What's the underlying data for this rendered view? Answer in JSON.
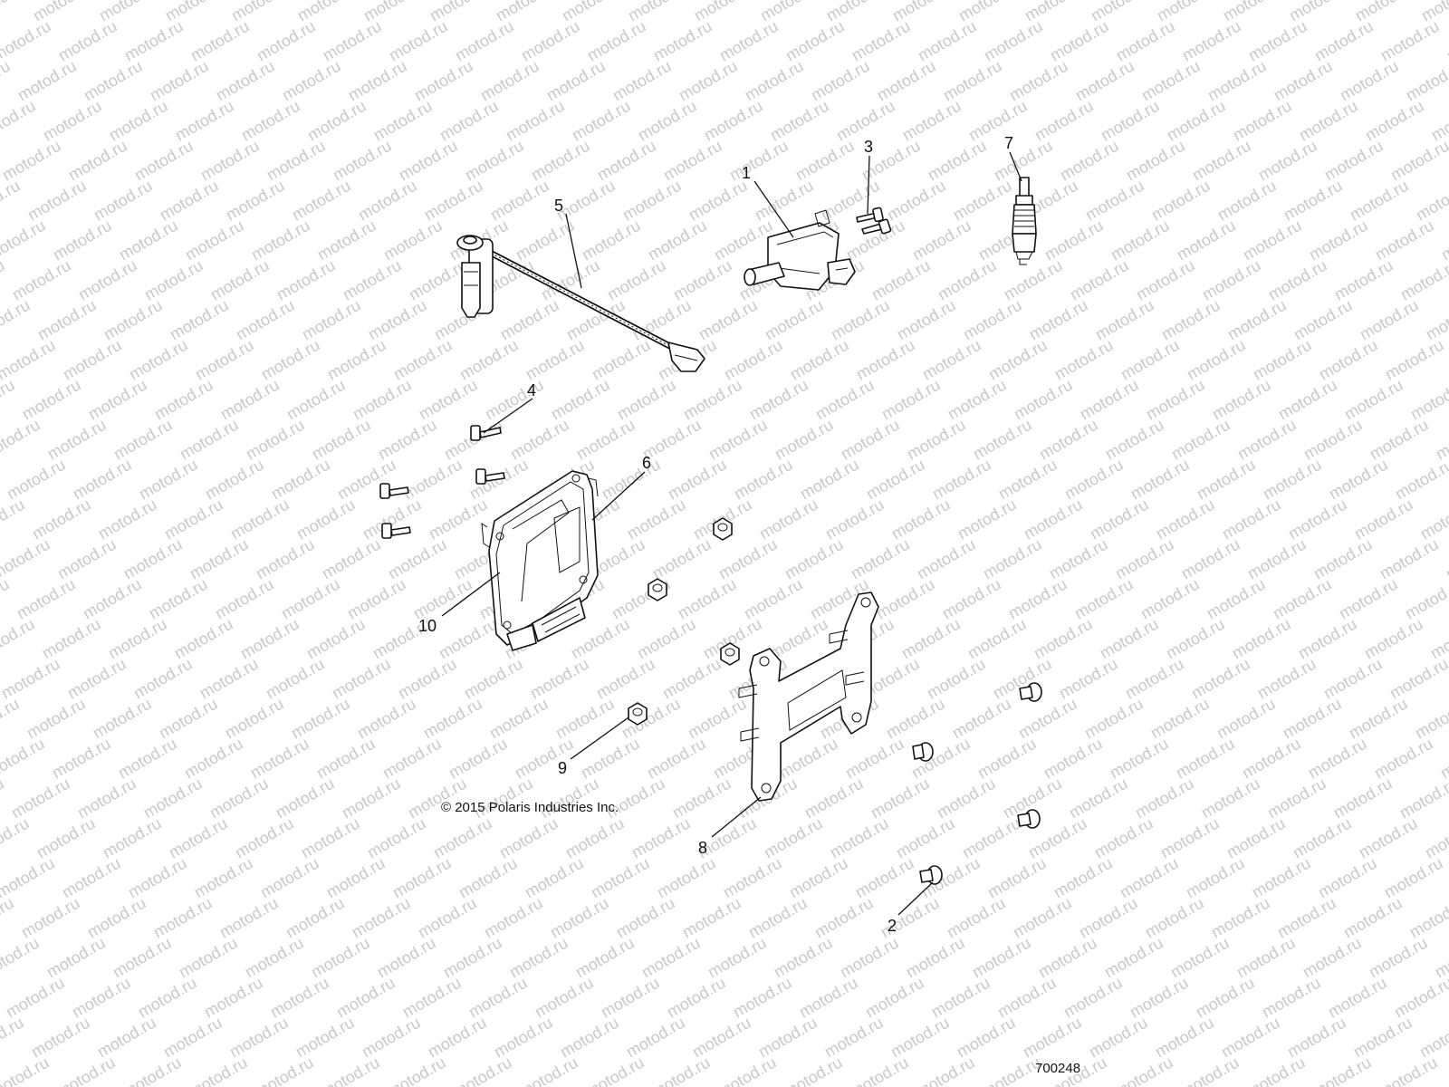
{
  "watermark_text": "motod.ru",
  "callouts": {
    "c1": "1",
    "c2": "2",
    "c3": "3",
    "c4": "4",
    "c5": "5",
    "c6": "6",
    "c7": "7",
    "c8": "8",
    "c9": "9",
    "c10": "10"
  },
  "copyright": "© 2015 Polaris Industries Inc.",
  "doc_number": "700248",
  "colors": {
    "line": "#111111",
    "watermark": "#c9c9c9",
    "background": "#ffffff"
  }
}
